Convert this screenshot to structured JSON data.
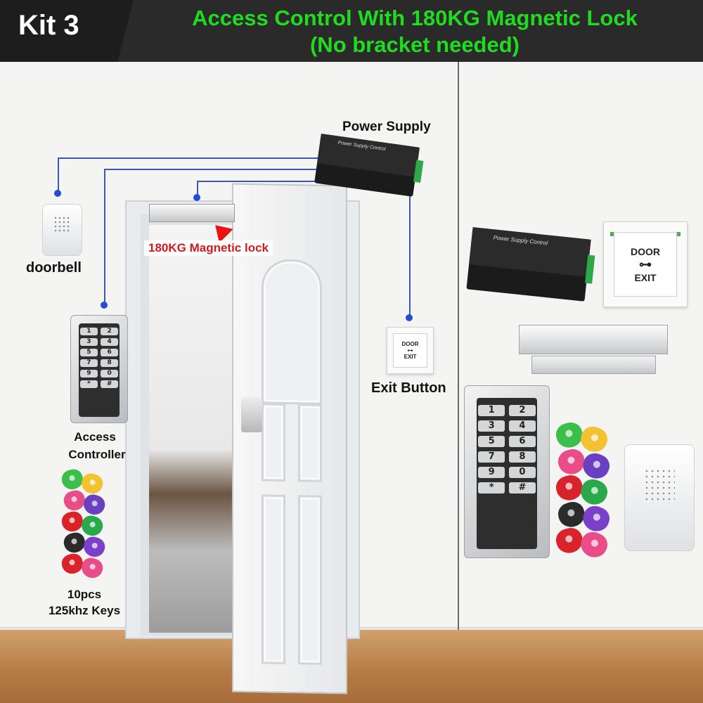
{
  "header": {
    "kit_label": "Kit 3",
    "title_line1": "Access Control With 180KG Magnetic Lock",
    "title_line2": "(No bracket needed)"
  },
  "labels": {
    "power_supply": "Power Supply",
    "doorbell": "doorbell",
    "magnetic_lock": "180KG Magnetic lock",
    "exit_button": "Exit Button",
    "access_controller_1": "Access",
    "access_controller_2": "Controller",
    "keys_1": "10pcs",
    "keys_2": "125khz Keys"
  },
  "keypad_keys": [
    "1",
    "2",
    "3",
    "4",
    "5",
    "6",
    "7",
    "8",
    "9",
    "0",
    "*",
    "#"
  ],
  "exit_button_text": {
    "line1": "DOOR",
    "line2": "EXIT"
  },
  "psu_text": "Power Supply Control",
  "colors": {
    "title": "#1fdc1f",
    "header_bg": "#2a2a2a",
    "wire": "#3d57b5",
    "lock_label": "#d11a1a",
    "tag_colors": [
      "#3bbf4a",
      "#f2c230",
      "#e84d8a",
      "#6a3fc1",
      "#d8232a",
      "#2aa84a",
      "#2b2b2b",
      "#7b3fc9",
      "#d8232a",
      "#e84d8a"
    ]
  }
}
